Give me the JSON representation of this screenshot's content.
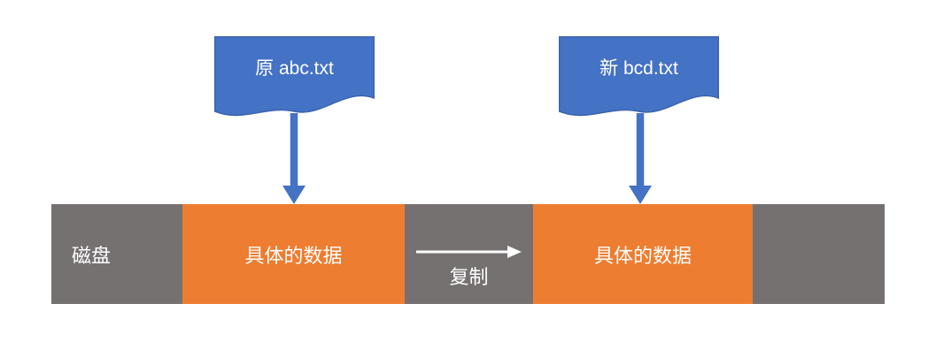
{
  "colors": {
    "blue": "#4472C4",
    "blue_border": "#3C64AE",
    "orange": "#ED7D31",
    "gray": "#767171",
    "white": "#FFFFFF"
  },
  "files": {
    "source": {
      "label": "原 abc.txt"
    },
    "target": {
      "label": "新 bcd.txt"
    }
  },
  "disk_bar": {
    "disk_label": "磁盘",
    "source_data_label": "具体的数据",
    "copy_label": "复制",
    "target_data_label": "具体的数据"
  }
}
